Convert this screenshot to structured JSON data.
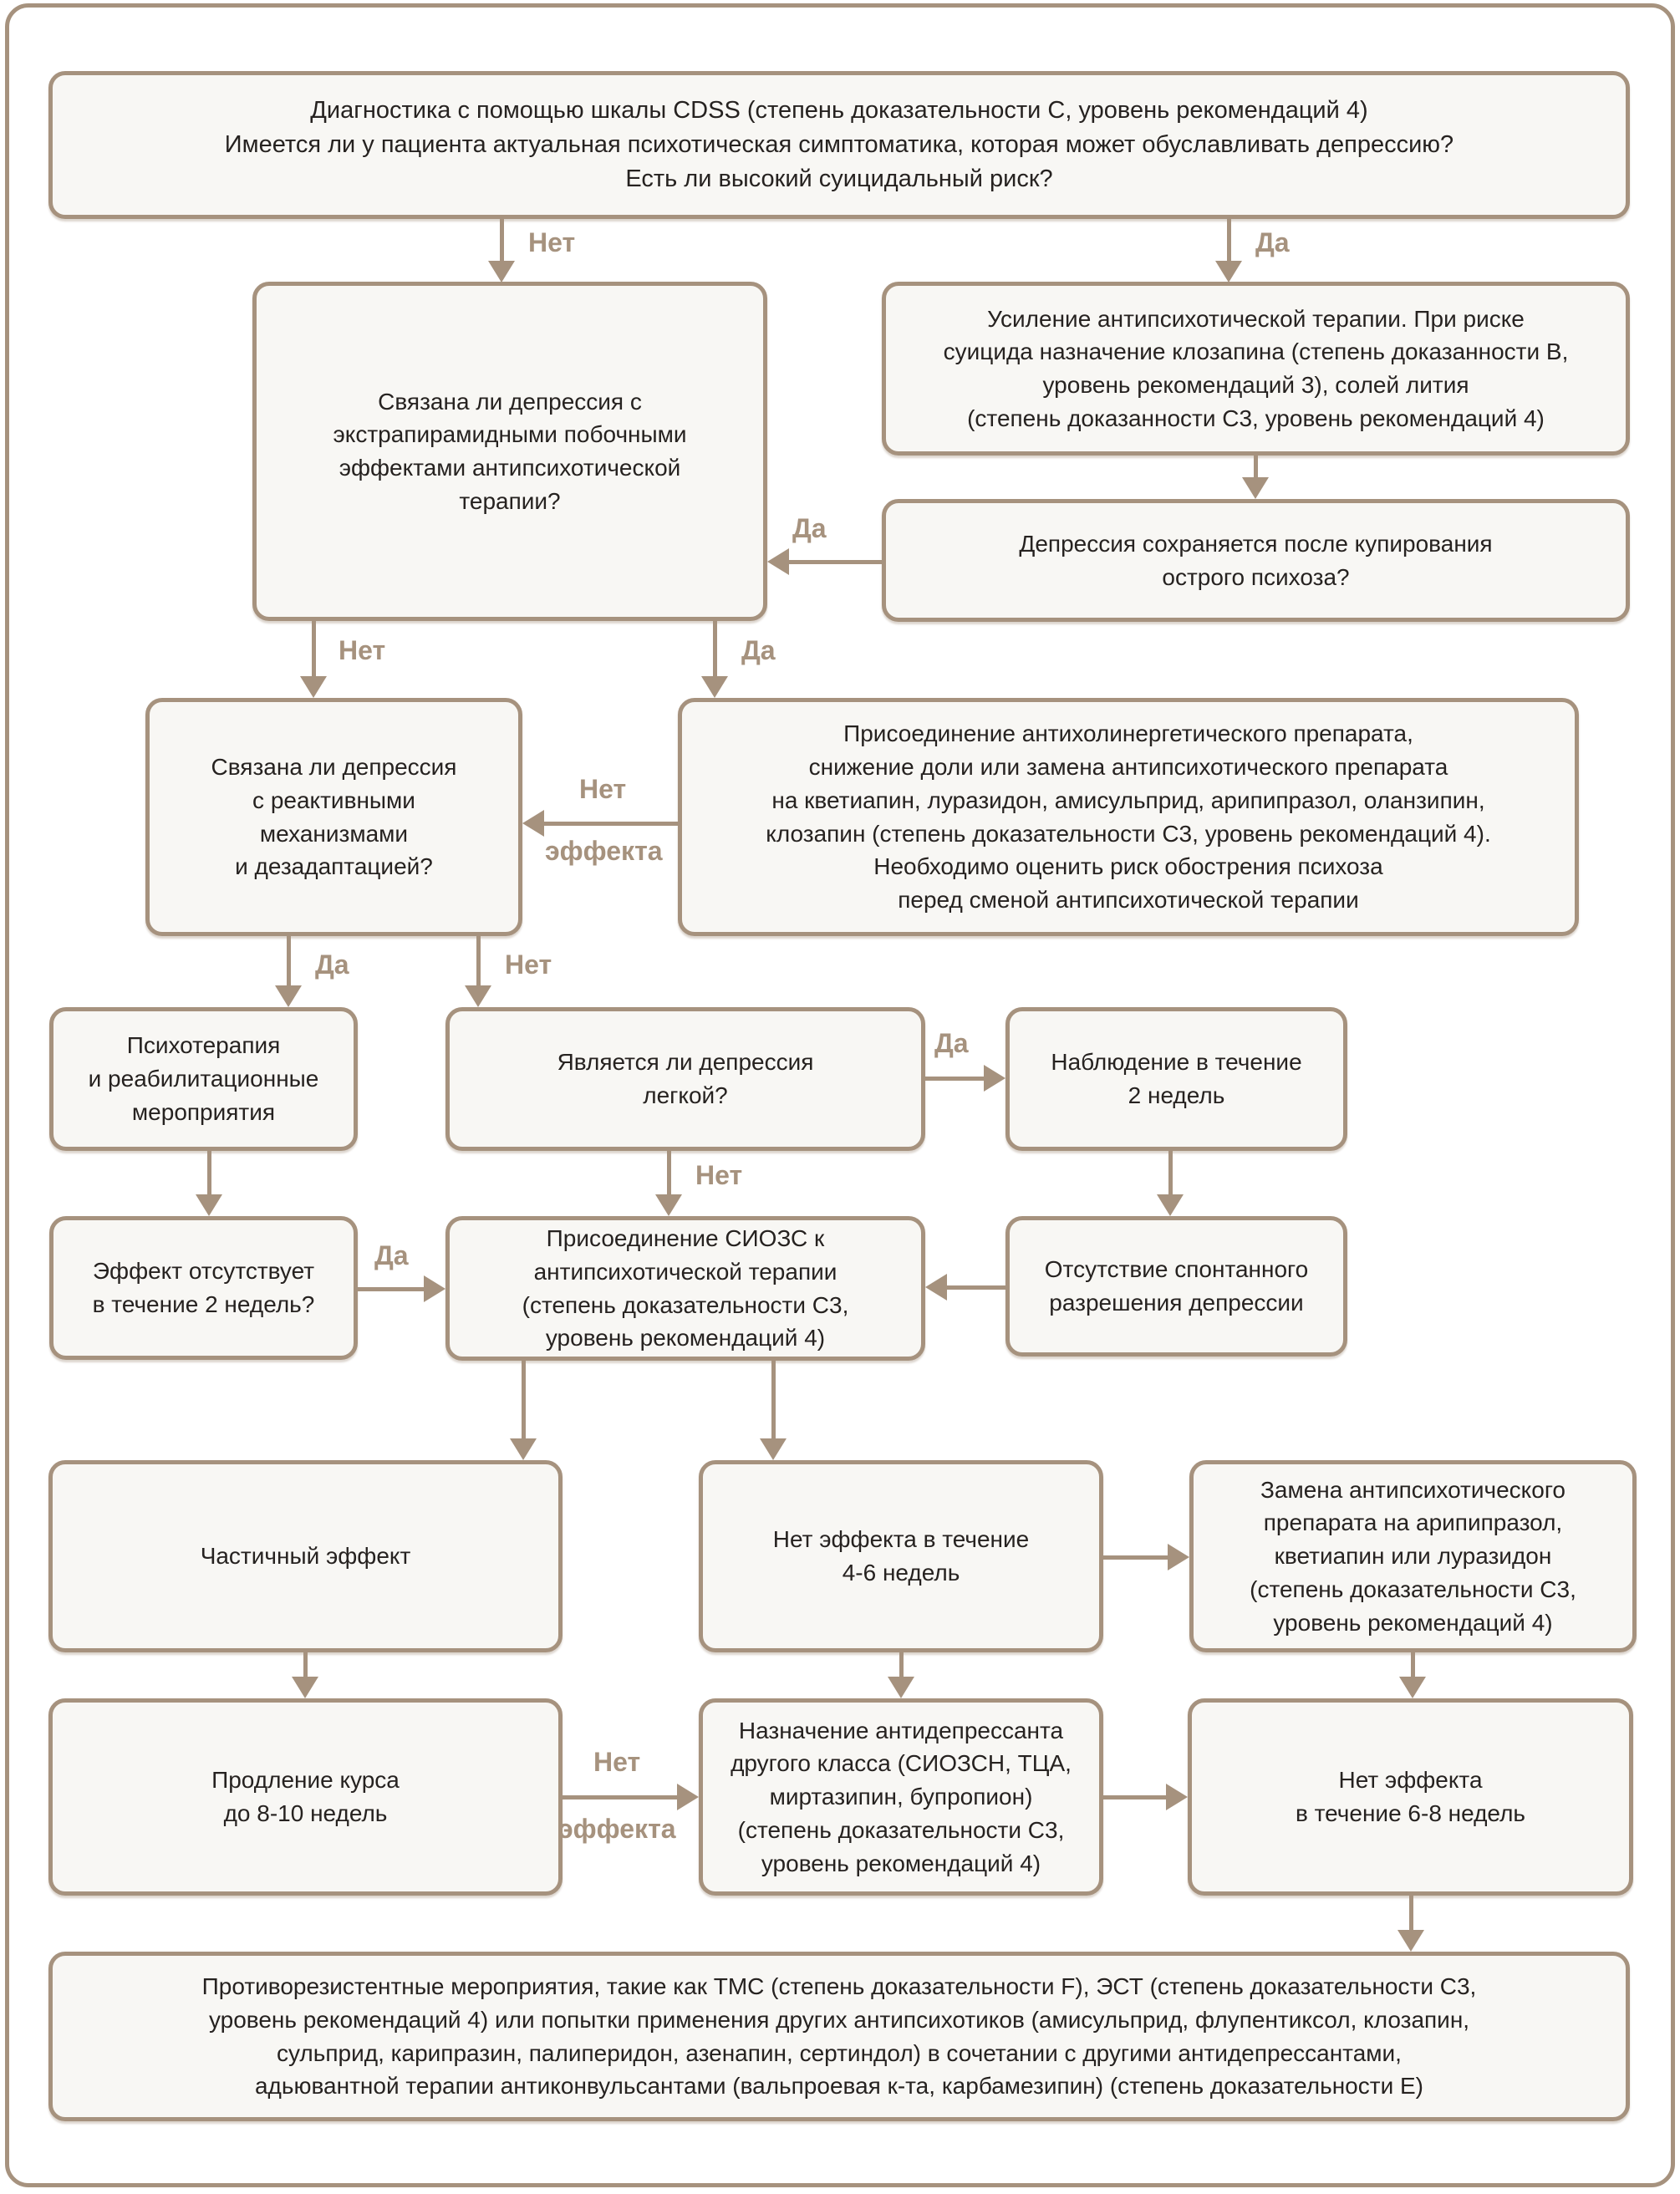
{
  "diagram": {
    "language": "ru",
    "colors": {
      "line_and_border": "#a6927e",
      "box_fill": "#f8f7f4",
      "text": "#262220",
      "background": "#ffffff"
    },
    "nodes": {
      "cdss": {
        "text": "Диагностика с помощью шкалы CDSS (степень доказательности С, уровень рекомендаций 4)\nИмеется ли у пациента актуальная психотическая симптоматика, которая может обуславливать депрессию?\nЕсть ли высокий суицидальный риск?"
      },
      "epse": {
        "text": "Связана ли депрессия с\nэкстрапирамидными побочными\nэффектами антипсихотической\nтерапии?"
      },
      "boost": {
        "text": "Усиление антипсихотической терапии. При риске\nсуицида назначение клозапина (степень доказанности В,\nуровень рекомендаций 3), солей лития\n(степень доказанности С3, уровень рекомендаций 4)"
      },
      "persists": {
        "text": "Депрессия сохраняется после купирования\nострого психоза?"
      },
      "reactive": {
        "text": "Связана ли депрессия\nс реактивными\nмеханизмами\nи дезадаптацией?"
      },
      "anticholinergic": {
        "text": "Присоединение антихолинергетического препарата,\nснижение доли или замена антипсихотического препарата\nна кветиапин, луразидон, амисульприд, арипипразол, оланзипин,\nклозапин (степень доказательности С3, уровень рекомендаций 4).\nНеобходимо оценить риск обострения психоза\nперед сменой антипсихотической терапии"
      },
      "psychotherapy": {
        "text": "Психотерапия\nи реабилитационные\nмероприятия"
      },
      "mild": {
        "text": "Является ли депрессия\nлегкой?"
      },
      "observation": {
        "text": "Наблюдение в течение\n2 недель"
      },
      "no_effect_2w": {
        "text": "Эффект отсутствует\nв течение 2 недель?"
      },
      "ssri": {
        "text": "Присоединение СИОЗС к\nантипсихотической терапии\n(степень доказательности С3,\nуровень рекомендаций 4)"
      },
      "no_spontaneous": {
        "text": "Отсутствие спонтанного\nразрешения депрессии"
      },
      "partial": {
        "text": "Частичный эффект"
      },
      "no_effect_46": {
        "text": "Нет эффекта в течение\n4-6 недель"
      },
      "switch_ap": {
        "text": "Замена антипсихотического\nпрепарата на арипипразол,\nкветиапин или луразидон\n(степень доказательности С3,\nуровень рекомендаций 4)"
      },
      "extend": {
        "text": "Продление курса\nдо 8-10 недель"
      },
      "other_class": {
        "text": "Назначение антидепрессанта\nдругого класса (СИОЗСН, ТЦА,\nмиртазипин, бупропион)\n(степень доказательности С3,\nуровень рекомендаций 4)"
      },
      "no_effect_68": {
        "text": "Нет эффекта\nв течение 6-8 недель"
      },
      "resistant": {
        "text": "Противорезистентные мероприятия, такие как ТМС (степень доказательности F), ЭСТ (степень доказательности С3,\nуровень рекомендаций 4) или попытки применения других антипсихотиков (амисульприд, флупентиксол, клозапин,\nсульприд, карипразин, палиперидон, азенапин, сертиндол) в сочетании с другими антидепрессантами,\nадьювантной терапии антиконвульсантами (вальпроевая к-та, карбамезипин) (степень доказательности Е)"
      }
    },
    "labels": {
      "yes": "Да",
      "no": "Нет",
      "effect": "эффекта"
    }
  }
}
